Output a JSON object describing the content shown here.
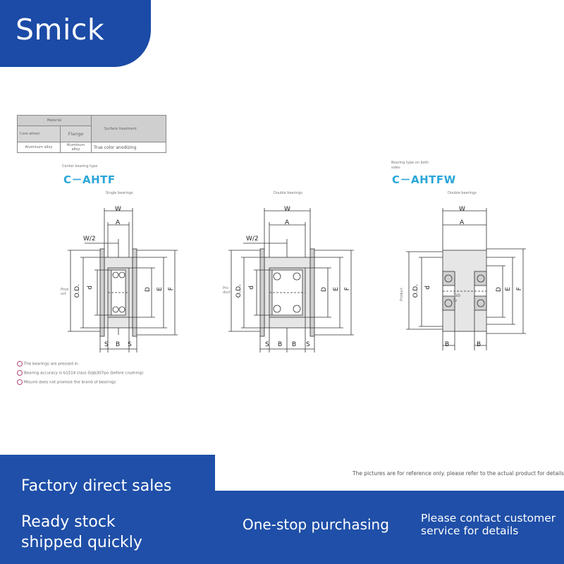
{
  "brand": {
    "name": "Smick"
  },
  "material_table": {
    "header_material": "Material",
    "header_surface": "Surface treatment",
    "col_core": "Core wheel",
    "col_flange": "Flange",
    "val_core": "Aluminum alloy",
    "val_flange": "Aluminum alloy",
    "val_surface": "True color anodizing"
  },
  "diagrams": [
    {
      "caption": "Center bearing type",
      "model": "C－AHTF",
      "subcaption": "Single bearings",
      "side_label": "Prod uct",
      "bottom": [
        "S",
        "B",
        "S"
      ]
    },
    {
      "caption": "",
      "model": "",
      "subcaption": "Double bearings",
      "side_label": "Pro duct",
      "bottom": [
        "S",
        "B",
        "B",
        "S"
      ]
    },
    {
      "caption": "Bearing type on both sides",
      "model": "C－AHTFW",
      "subcaption": "Double bearings",
      "side_label": "Product",
      "bottom": [
        "B",
        "B"
      ],
      "table_label": "Tab le"
    }
  ],
  "dims": {
    "w": "W",
    "a": "A",
    "w2": "W/2",
    "od": "O.D.",
    "d": "d",
    "D": "D",
    "E": "E",
    "F": "F"
  },
  "notes": [
    "The bearings are pressed in.",
    "Bearing accuracy is b1514 class 0/gb307po (before crushing)",
    "Misumi does not promise the brand of bearings"
  ],
  "reference_note": "The pictures are for reference only. please refer to the actual product for details",
  "promo": {
    "line1": "Factory direct sales",
    "line2a": "Ready stock",
    "line2b": "shipped quickly",
    "line3": "One-stop purchasing",
    "line4a": "Please contact customer",
    "line4b": "service for details"
  },
  "colors": {
    "brand_blue": "#1b4ba6",
    "model_cyan": "#2aa6d8"
  }
}
